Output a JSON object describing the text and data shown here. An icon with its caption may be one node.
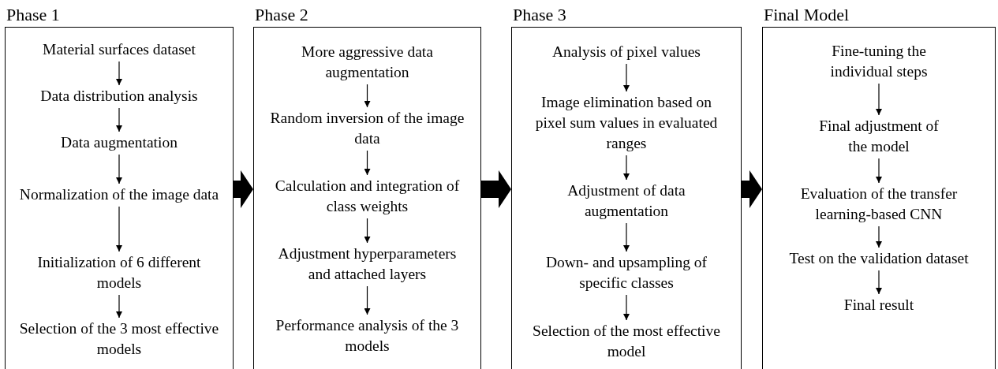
{
  "diagram": {
    "nodes": [
      {
        "text": [
          "Phase 1"
        ]
      },
      {
        "text": [
          "Material surfaces dataset"
        ],
        "in": 0
      },
      {
        "text": [
          "Data distribution analysis"
        ],
        "in": 0
      },
      {
        "text": [
          "Data augmentation"
        ],
        "in": 0
      },
      {
        "text": [
          "Normalization of the image data"
        ],
        "in": 0
      },
      {
        "text": [
          "Initialization of 6 different models"
        ],
        "in": 0
      },
      {
        "text": [
          "Selection of the 3 most effective models"
        ],
        "in": 0
      },
      {
        "text": [
          "Phase 2"
        ]
      },
      {
        "text": [
          "More aggressive data augmentation"
        ],
        "in": 7
      },
      {
        "text": [
          "Random inversion of the image data"
        ],
        "in": 7
      },
      {
        "text": [
          "Calculation and integration of class weights"
        ],
        "in": 7
      },
      {
        "text": [
          "Adjustment hyperparameters and attached layers"
        ],
        "in": 7
      },
      {
        "text": [
          "Performance analysis of the 3 models"
        ],
        "in": 7
      },
      {
        "text": [
          "Phase 3"
        ]
      },
      {
        "text": [
          "Analysis of pixel values"
        ],
        "in": 13
      },
      {
        "text": [
          "Image elimination based on pixel sum values in evaluated ranges"
        ],
        "in": 13
      },
      {
        "text": [
          "Adjustment of data augmentation"
        ],
        "in": 13
      },
      {
        "text": [
          "Down- and upsampling of specific classes"
        ],
        "in": 13
      },
      {
        "text": [
          "Selection of the most effective model"
        ],
        "in": 13
      },
      {
        "text": [
          "Final Model"
        ]
      },
      {
        "text": [
          "Fine-tuning the individual steps"
        ],
        "in": 19
      },
      {
        "text": [
          "Final adjustment of the model"
        ],
        "in": 19
      },
      {
        "text": [
          "Evaluation of the transfer learning-based CNN"
        ],
        "in": 19
      },
      {
        "text": [
          "Test on the validation dataset"
        ],
        "in": 19
      },
      {
        "text": [
          "Final result"
        ],
        "in": 19
      }
    ],
    "edges": [
      {
        "from": 1,
        "to": 2,
        "arrow": "to"
      },
      {
        "from": 2,
        "to": 3,
        "arrow": "to"
      },
      {
        "from": 3,
        "to": 4,
        "arrow": "to"
      },
      {
        "from": 4,
        "to": 5,
        "arrow": "to"
      },
      {
        "from": 5,
        "to": 6,
        "arrow": "to"
      },
      {
        "from": 0,
        "to": 7,
        "arrow": "to",
        "style": "thick"
      },
      {
        "from": 8,
        "to": 9,
        "arrow": "to"
      },
      {
        "from": 9,
        "to": 10,
        "arrow": "to"
      },
      {
        "from": 10,
        "to": 11,
        "arrow": "to"
      },
      {
        "from": 11,
        "to": 12,
        "arrow": "to"
      },
      {
        "from": 7,
        "to": 13,
        "arrow": "to",
        "style": "thick"
      },
      {
        "from": 14,
        "to": 15,
        "arrow": "to"
      },
      {
        "from": 15,
        "to": 16,
        "arrow": "to"
      },
      {
        "from": 16,
        "to": 17,
        "arrow": "to"
      },
      {
        "from": 17,
        "to": 18,
        "arrow": "to"
      },
      {
        "from": 13,
        "to": 19,
        "arrow": "to",
        "style": "thick"
      },
      {
        "from": 20,
        "to": 21,
        "arrow": "to"
      },
      {
        "from": 21,
        "to": 22,
        "arrow": "to"
      },
      {
        "from": 22,
        "to": 23,
        "arrow": "to"
      },
      {
        "from": 23,
        "to": 24,
        "arrow": "to"
      }
    ]
  }
}
